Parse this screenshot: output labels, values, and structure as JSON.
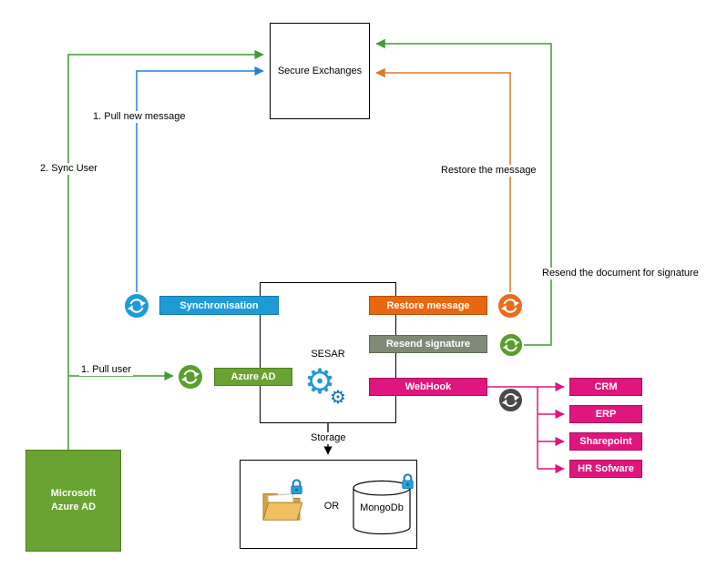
{
  "colors": {
    "green_line": "#3f9c35",
    "green_fill": "#69a331",
    "blue_fill": "#1e9bd7",
    "blue_line": "#2a7fd4",
    "orange": "#e8680f",
    "gray_green": "#7e8a76",
    "pink": "#e0157d",
    "dark_gray": "#4a4a4a",
    "lock_blue": "#29a0d8",
    "folder_yellow": "#f0c060"
  },
  "icons": {
    "sync": "circular-refresh-arrows",
    "gear": "gear-cog",
    "lock": "padlock",
    "folder": "file-folder",
    "database": "database-cylinder"
  },
  "nodes": {
    "secure_exchanges": "Secure Exchanges",
    "sesar": "SESAR",
    "synchronisation": "Synchronisation",
    "restore_message": "Restore message",
    "resend_signature": "Resend signature",
    "azure_ad": "Azure AD",
    "webhook": "WebHook",
    "mongodb": "MongoDb",
    "or_label": "OR",
    "microsoft_line1": "Microsoft",
    "microsoft_line2": "Azure AD"
  },
  "integration_targets": [
    "CRM",
    "ERP",
    "Sharepoint",
    "HR Sofware"
  ],
  "edge_labels": {
    "pull_new_message": "1. Pull new message",
    "sync_user": "2. Sync User",
    "restore_the_message": "Restore the message",
    "resend_document": "Resend the document for signature",
    "pull_user": "1. Pull user",
    "storage": "Storage"
  }
}
